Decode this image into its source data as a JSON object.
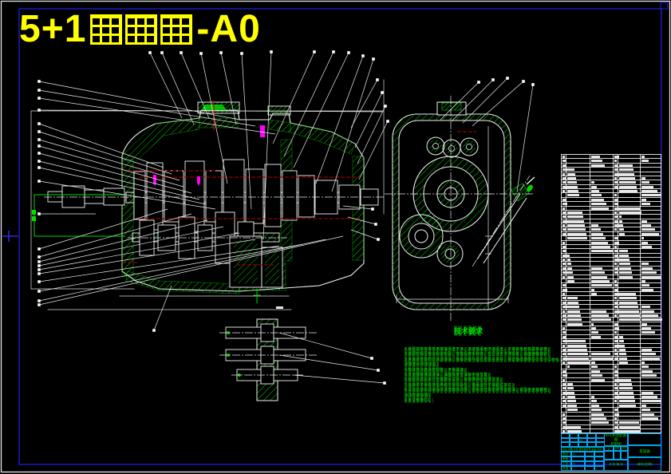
{
  "sheet": {
    "background": "#000000",
    "format": "A0",
    "frame_color": "#1B1BC0",
    "border_color": "#FFFFFF"
  },
  "title": {
    "full": "5+1装配图-A0",
    "prefix": "5+1",
    "cjk": "装配图",
    "suffix": "-A0",
    "color": "#FFFF00"
  },
  "colors": {
    "hatch_green": "#00C000",
    "bright_green": "#00E000",
    "centerline_red": "#D40000",
    "dark_red_dash": "#8F0000",
    "magenta_marker": "#FF00FF",
    "title_block_lines": "#00A6F0",
    "line_white": "#F2F2F2"
  },
  "technical_requirements": {
    "heading": "技术要求",
    "lines": [
      "1.装配前所有零件用煤油清洗干净，滚动轴承用汽油清洗，不得有毛刺铁屑等杂物；",
      "2.装配时相互啮合的齿轮副，安装后用手转动，应灵活无卡滞现象，齿面接触良好；",
      "3.各轴承安装时应涂润滑油，轴承外圈与座孔应贴合良好，保证轴向游隙在0.05~0.1mm，",
      "  调整垫片厚度适宜；",
      "4.箱体剖分面涂密封胶，不得漏油；",
      "5.变速器装满润滑油，油面高度至油标中线位置；",
      "6.装配完成后进行空载跑合试验，各挡换挡应轻便灵活；",
      "7.运转中不得有冲击声和不规则杂音，轴承温升不得超过35℃；",
      "8.试验后放出润滑油并清洗箱体内部，重新加注规定牌号齿轮油，紧固各连接螺栓，",
      "  涂漆防锈处理；",
      "9.未注倒角C2。"
    ]
  },
  "bom_table": {
    "row_count": 65
  },
  "title_block": {
    "title_line1": "5+1手动变速器",
    "title_line2": "装配图",
    "header_strip": "标记 处数 分区 更改文件号 签名 年月日",
    "left_labels": [
      "设计",
      "审核",
      "工艺",
      "批准"
    ],
    "stage_labels": [
      "阶段标记",
      "质量",
      "比例"
    ],
    "sheet_info": "共 张 第 张",
    "right_top": "变速器",
    "right_bottom": "(单位名称)"
  }
}
